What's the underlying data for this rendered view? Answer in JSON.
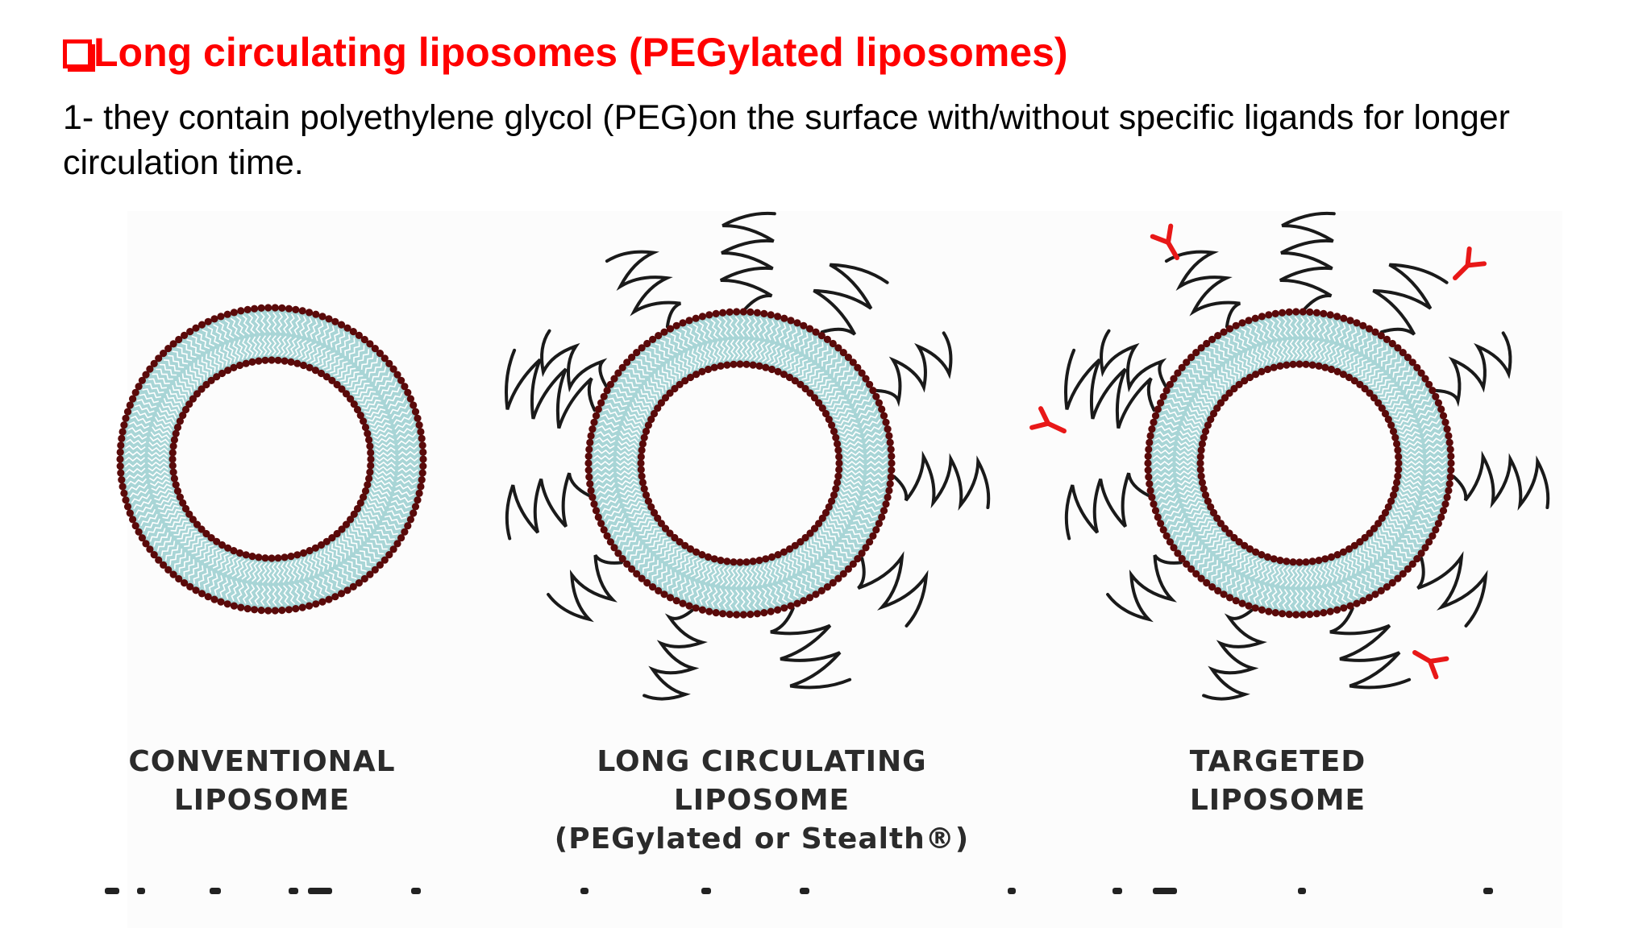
{
  "slide": {
    "title": "Long circulating liposomes (PEGylated liposomes)",
    "body": "1-  they contain polyethylene glycol (PEG)on the surface with/without specific ligands for longer circulation time."
  },
  "diagram": {
    "liposomes": [
      {
        "id": "conventional",
        "caption_lines": [
          "CONVENTIONAL",
          "LIPOSOME"
        ],
        "peg_chains": false,
        "ligands": false
      },
      {
        "id": "long-circulating",
        "caption_lines": [
          "LONG CIRCULATING",
          "LIPOSOME",
          "(PEGylated or Stealth®)"
        ],
        "peg_chains": true,
        "ligands": false
      },
      {
        "id": "targeted",
        "caption_lines": [
          "TARGETED",
          "LIPOSOME"
        ],
        "peg_chains": true,
        "ligands": true
      }
    ],
    "colors": {
      "title": "#ff0000",
      "bilayer": "#a8d5d6",
      "lipid_tails": "#ffffff",
      "head_groups": "#5a0a0a",
      "peg": "#1a1a1a",
      "ligand": "#e81818"
    }
  }
}
